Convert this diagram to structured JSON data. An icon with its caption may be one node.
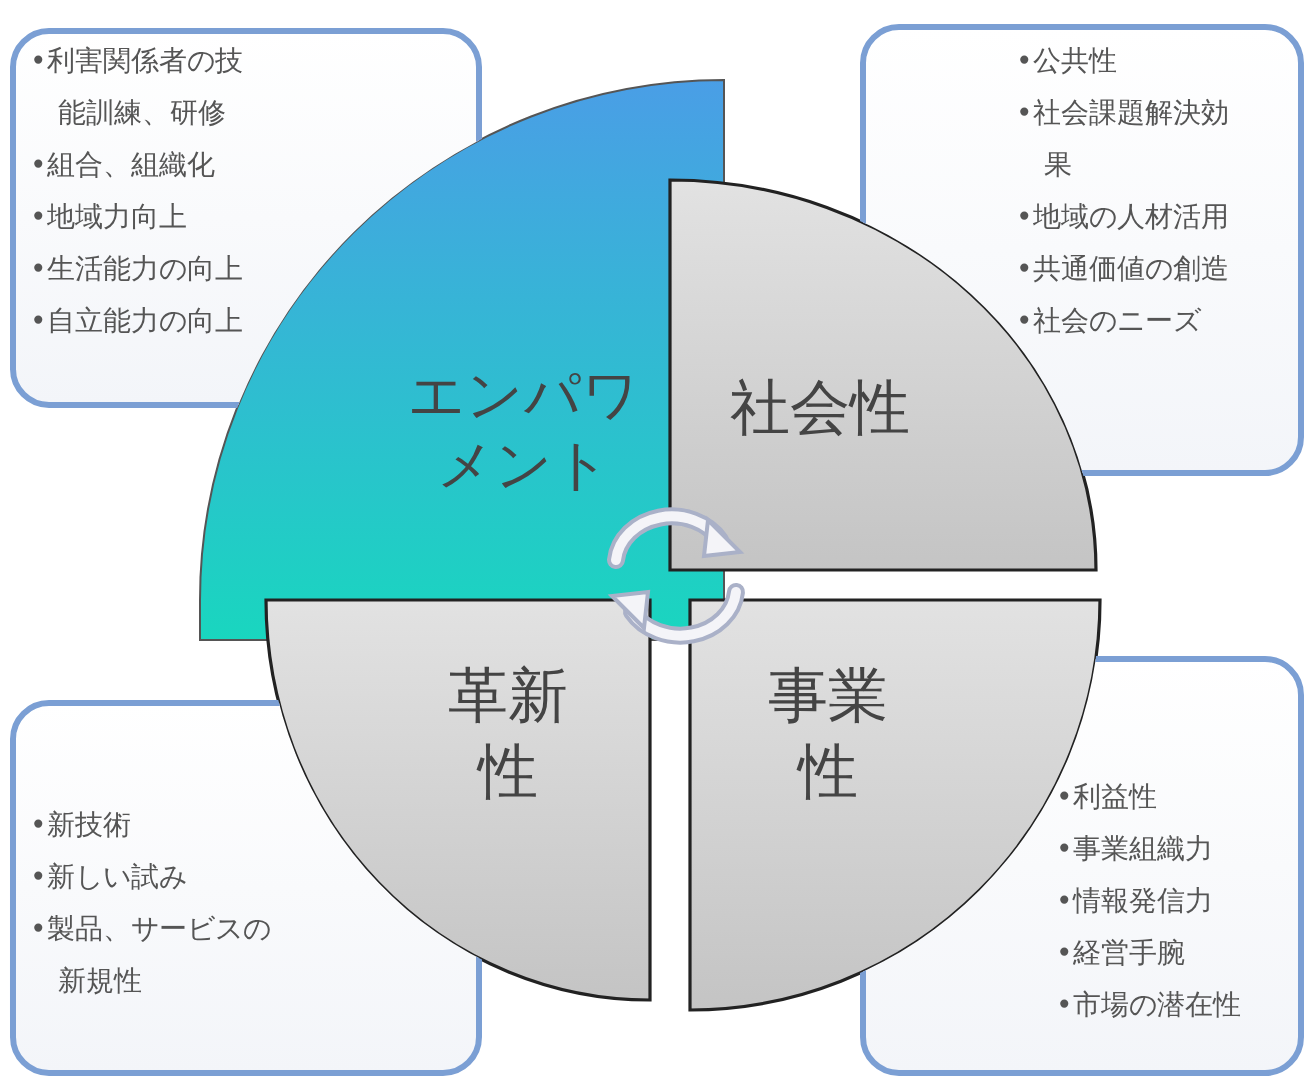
{
  "diagram": {
    "nodes": [
      {
        "text": [
          "•利害関係者の技能訓練、研修",
          "•組合、組織化",
          "•地域力向上",
          "•生活能力の向上",
          "•自立能力の向上"
        ]
      },
      {
        "text": [
          "•公共性",
          "•社会課題解決効果",
          "•地域の人材活用",
          "•共通価値の創造",
          "•社会のニーズ"
        ]
      },
      {
        "text": [
          "エンパワメント"
        ]
      },
      {
        "text": [
          "社会性"
        ]
      },
      {
        "text": [
          "革新性"
        ]
      },
      {
        "text": [
          "事業性"
        ]
      },
      {
        "text": [
          "•新技術",
          "•新しい試み",
          "•製品、サービスの新規性"
        ]
      },
      {
        "text": [
          "•利益性",
          "•事業組織力",
          "•情報発信力",
          "•経営手腕",
          "•市場の潜在性"
        ]
      }
    ]
  }
}
